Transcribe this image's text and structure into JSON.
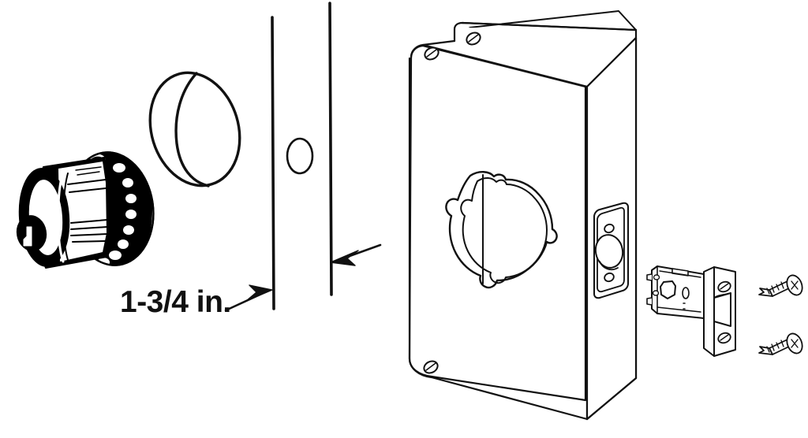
{
  "diagram": {
    "title": "Door lock installation exploded view",
    "subject": "Door reinforcer plate with key cylinder, latch and screws",
    "background_color": "#ffffff",
    "line_color": "#111111",
    "fill_color": "#ffffff"
  },
  "dimension": {
    "label": "1-3/4 in.",
    "meaning": "door thickness",
    "leader_left": "arrow pointing right to near door face line",
    "leader_right": "arrow pointing left to far door face line"
  },
  "parts": [
    {
      "id": "key-cylinder",
      "name": "Key cylinder with keyway",
      "shaded": "true"
    },
    {
      "id": "cylinder-rose",
      "name": "Cylinder rose / escutcheon plate",
      "shaded": "true"
    },
    {
      "id": "knob-collar",
      "name": "Knob collar ring",
      "shaded": "false"
    },
    {
      "id": "door-face-near",
      "name": "Door near face line",
      "shaded": "false"
    },
    {
      "id": "door-face-far",
      "name": "Door far face line",
      "shaded": "false"
    },
    {
      "id": "door-bore-hole",
      "name": "Door bore hole",
      "shaded": "false"
    },
    {
      "id": "reinforcer-plate",
      "name": "Wrap-around door reinforcer plate",
      "shaded": "false"
    },
    {
      "id": "plate-bore-hole",
      "name": "Reinforcer plate scalloped bore hole",
      "shaded": "false"
    },
    {
      "id": "latch-faceplate",
      "name": "Latch faceplate on door edge",
      "shaded": "false"
    },
    {
      "id": "latch-assembly",
      "name": "Latch bolt assembly",
      "shaded": "false"
    },
    {
      "id": "screw-upper",
      "name": "Phillips wood screw",
      "shaded": "false"
    },
    {
      "id": "screw-lower",
      "name": "Phillips wood screw",
      "shaded": "false"
    }
  ],
  "plate_screw_holes": {
    "count": 4,
    "positions": [
      "top-front",
      "top-back-flap",
      "bottom-front",
      "faceplate-pair"
    ]
  },
  "colors": {
    "ink": "#111111",
    "paper": "#ffffff",
    "shadow": "#000000"
  }
}
